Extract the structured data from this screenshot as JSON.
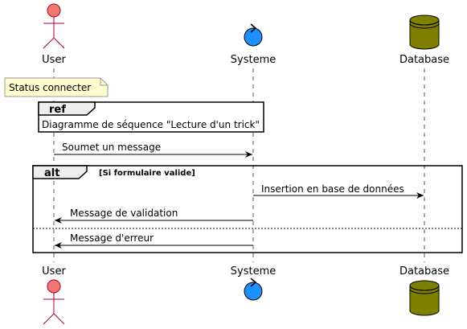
{
  "participants": {
    "user": {
      "label": "User",
      "kind": "actor",
      "color": "#F1786E"
    },
    "systeme": {
      "label": "Systeme",
      "kind": "control",
      "color": "#1E90FF"
    },
    "database": {
      "label": "Database",
      "kind": "database",
      "color": "#808000"
    }
  },
  "note": {
    "text": "Status connecter",
    "color": "#FEFECE"
  },
  "ref": {
    "tag": "ref",
    "text": "Diagramme de séquence \"Lecture d'un trick\""
  },
  "messages": [
    {
      "text": "Soumet un message"
    },
    {
      "text": "Insertion en base de données"
    },
    {
      "text": "Message de validation"
    },
    {
      "text": "Message d'erreur"
    }
  ],
  "alt": {
    "tag": "alt",
    "condition": "[Si formulaire valide]"
  }
}
